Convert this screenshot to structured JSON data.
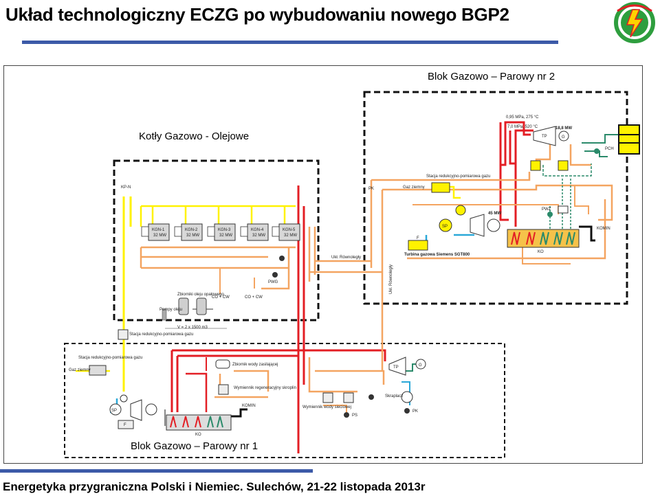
{
  "header": {
    "title": "Układ technologiczny ECZG po wybudowaniu nowego BGP2"
  },
  "regions": {
    "bgp2_label": "Blok Gazowo – Parowy nr 2",
    "boilers_label": "Kotły Gazowo - Olejowe",
    "bgp1_label": "Blok Gazowo – Parowy nr 1"
  },
  "diagram_labels": {
    "steam_params_1": "0,95 MPa, 275 °C",
    "steam_params_2": "7,0 MPa, 520 °C",
    "steam_turbine_power": "18,8 MW",
    "gas_turbine_power": "45 MW",
    "gas_reduction_station_top": "Stacja redukcyjno-pomiarowa gazu",
    "natural_gas_top": "Gaz ziemny",
    "gas_turbine_name": "Turbina gazowa Siemens SGT800",
    "chimney_top": "KOMIN",
    "pk": "PK",
    "pwz": "PWZ",
    "pch": "PCH",
    "tp": "TP",
    "g": "G",
    "sp": "SP",
    "ko": "KO",
    "f": "F",
    "parallel_unit_1": "Ukł. Równoległy",
    "parallel_unit_2": "Ukł. Równoległy",
    "fuel_tanks": "Zbiorniki oleju opałowego",
    "oil_pumps": "Pompy oleju",
    "tank_volume": "V = 2 x 1500 m3",
    "co_cw_1": "CO + CW",
    "co_cw_2": "CO + CW",
    "pwg": "PWG",
    "gas_reduction_station_mid": "Stacja redukcyjno-pomiarowa gazu",
    "gas_reduction_station_bottom": "Stacja redukcyjno-pomiarowa gazu",
    "natural_gas_bottom": "Gaz ziemny",
    "water_tank": "Zbiornik wody zasilającej",
    "regen_heat_exchanger": "Wymiennik regeneracyjny skroplin",
    "network_heat_exchanger": "Wymiennik wody sieciowej",
    "condensate": "Skraplacz",
    "chimney_bottom": "KOMIN",
    "ps": "PS",
    "kp": "KP-N",
    "boiler_labels": [
      "KGN-1",
      "KGN-2",
      "KGN-3",
      "KGN-4",
      "KGN-5"
    ],
    "boiler_power": "32 MW"
  },
  "footer": {
    "text": "Energetyka przygraniczna Polski i Niemiec. Sulechów, 21-22 listopada 2013r"
  },
  "colors": {
    "accent_rule": "#3c5aa8",
    "steam_pipe": "#e31e24",
    "water_pipe": "#f4a460",
    "gas_pipe": "#fff200",
    "cooling_pipe": "#2aa8d8",
    "green_pipe": "#2a8a6a"
  }
}
